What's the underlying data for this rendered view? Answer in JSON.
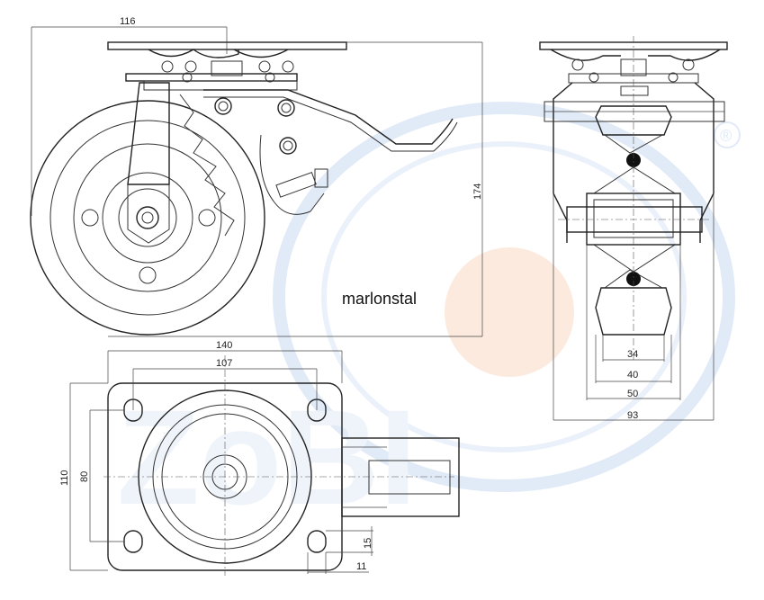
{
  "brand": {
    "text": "marlonstal",
    "registered_mark": "®"
  },
  "watermark": {
    "color_ring": "#7fa6d9",
    "color_orange": "#f9c9a9"
  },
  "side_view": {
    "dim_width": "116",
    "dim_height": "174"
  },
  "front_view": {
    "dim_34": "34",
    "dim_40": "40",
    "dim_50": "50",
    "dim_93": "93"
  },
  "top_view": {
    "dim_140": "140",
    "dim_107": "107",
    "dim_110": "110",
    "dim_80": "80",
    "dim_15": "15",
    "dim_11": "11"
  }
}
